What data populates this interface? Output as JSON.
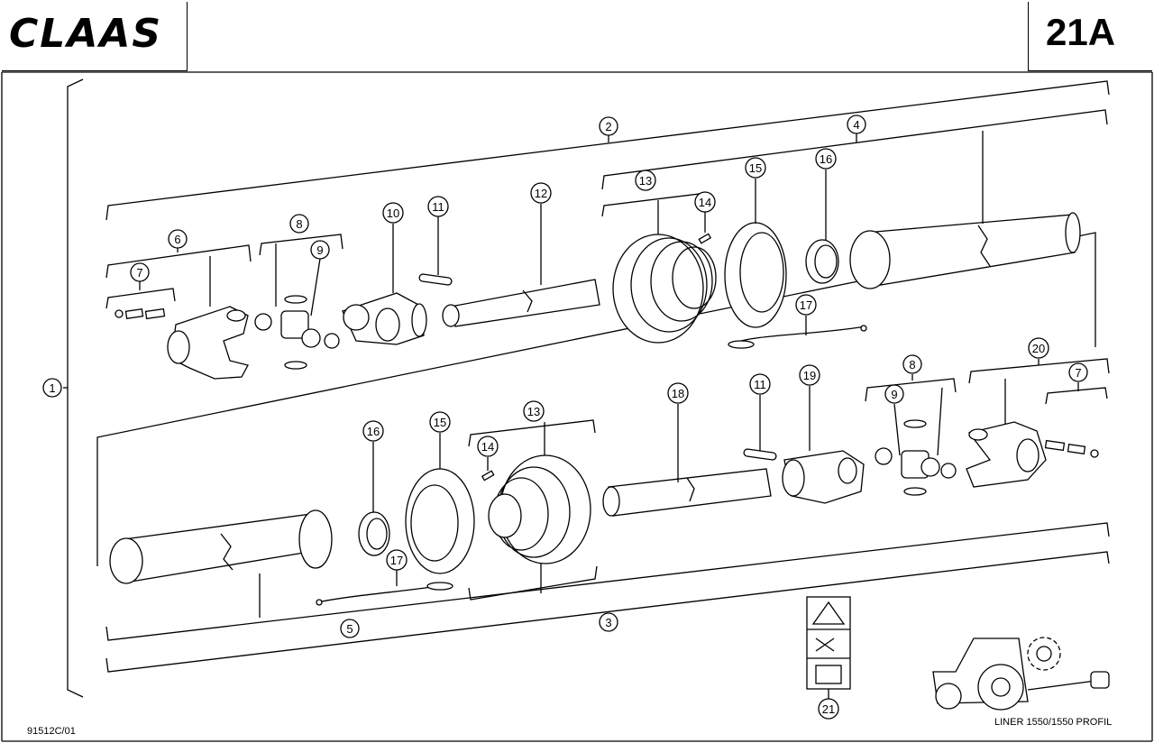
{
  "header": {
    "brand": "CLAAS",
    "page_number": "21A"
  },
  "footer": {
    "drawing_number": "91512C/01",
    "model_label": "LINER 1550/1550 PROFIL"
  },
  "callouts": {
    "c1": "1",
    "c2": "2",
    "c3": "3",
    "c4": "4",
    "c5": "5",
    "c6": "6",
    "c7a": "7",
    "c7b": "7",
    "c8a": "8",
    "c8b": "8",
    "c9a": "9",
    "c9b": "9",
    "c10": "10",
    "c11a": "11",
    "c11b": "11",
    "c12": "12",
    "c13a": "13",
    "c13b": "13",
    "c14a": "14",
    "c14b": "14",
    "c15a": "15",
    "c15b": "15",
    "c16a": "16",
    "c16b": "16",
    "c17a": "17",
    "c17b": "17",
    "c18": "18",
    "c19": "19",
    "c20": "20",
    "c21": "21"
  }
}
